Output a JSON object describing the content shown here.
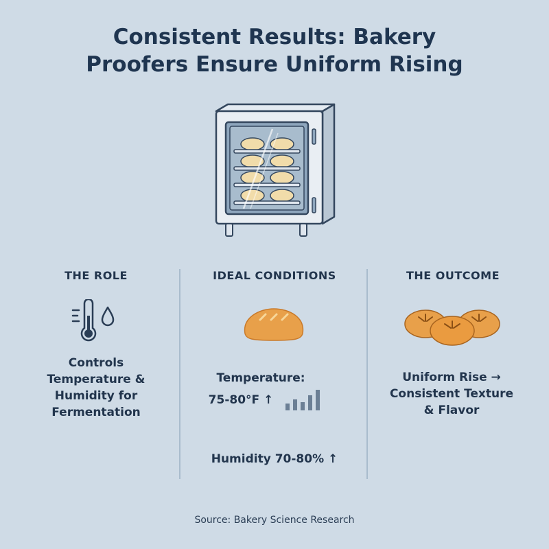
{
  "title": {
    "line1": "Consistent Results: Bakery",
    "line2": "Proofers Ensure Uniform Rising"
  },
  "icons": {
    "proofer": "proofer-cabinet-icon",
    "role": "thermometer-droplet-icon",
    "conditions": "bread-loaf-icon",
    "bars": "bar-chart-icon",
    "outcome": "bread-rolls-icon"
  },
  "columns": {
    "role": {
      "heading": "THE ROLE",
      "lines": [
        "Controls",
        "Temperature &",
        "Humidity for",
        "Fermentation"
      ]
    },
    "conditions": {
      "heading": "IDEAL CONDITIONS",
      "temperature_label": "Temperature:",
      "temperature_value": "75-80°F ↑",
      "humidity": "Humidity 70-80% ↑"
    },
    "outcome": {
      "heading": "THE OUTCOME",
      "lines": [
        "Uniform Rise →",
        "Consistent Texture",
        "& Flavor"
      ]
    }
  },
  "source": "Source: Bakery Science Research",
  "colors": {
    "background": "#cfdbe6",
    "text": "#1f3550",
    "bread": "#e8a04a",
    "divider": "#a9bccd"
  }
}
